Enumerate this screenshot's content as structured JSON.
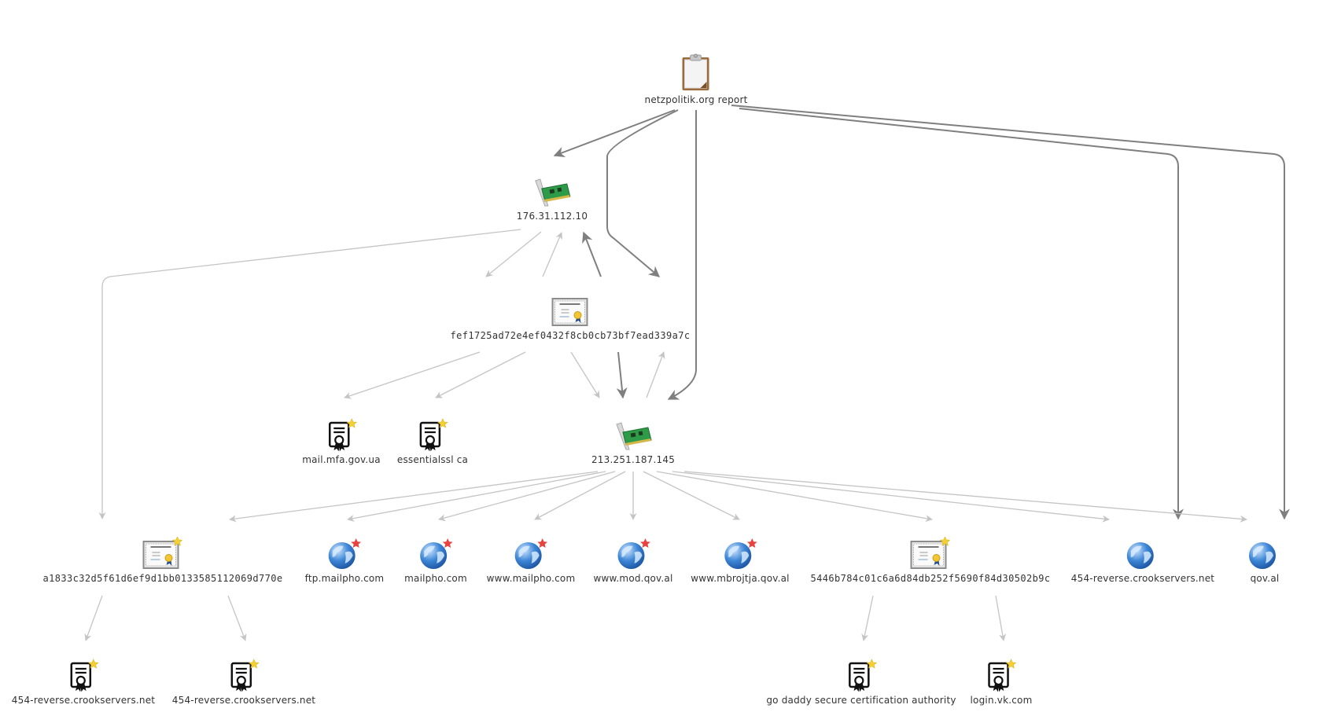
{
  "title": "netzpolitik.org report graph",
  "colors": {
    "edge_strong": "#7f7f7f",
    "edge_light": "#c4c4c4",
    "label": "#333333",
    "star_gold": "#f5d033",
    "star_red": "#e8423f",
    "globe_blue": "#2f6fc4",
    "nic_green": "#2e9b48"
  },
  "nodes": {
    "report": {
      "label": "netzpolitik.org report",
      "icon": "clipboard-icon"
    },
    "ip1": {
      "label": "176.31.112.10",
      "icon": "network-card-icon"
    },
    "cert1": {
      "label": "fef1725ad72e4ef0432f8cb0cb73bf7ead339a7c",
      "icon": "certificate-icon"
    },
    "mfa": {
      "label": "mail.mfa.gov.ua",
      "icon": "certificate-entity-icon",
      "badge": "gold-star"
    },
    "essl": {
      "label": "essentialssl ca",
      "icon": "certificate-entity-icon",
      "badge": "gold-star"
    },
    "ip2": {
      "label": "213.251.187.145",
      "icon": "network-card-icon"
    },
    "cert2": {
      "label": "a1833c32d5f61d6ef9d1bb0133585112069d770e",
      "icon": "certificate-icon",
      "badge": "gold-star"
    },
    "ftp": {
      "label": "ftp.mailpho.com",
      "icon": "globe-icon",
      "badge": "red-star"
    },
    "mailpho": {
      "label": "mailpho.com",
      "icon": "globe-icon",
      "badge": "red-star"
    },
    "wmailpho": {
      "label": "www.mailpho.com",
      "icon": "globe-icon",
      "badge": "red-star"
    },
    "wmod": {
      "label": "www.mod.qov.al",
      "icon": "globe-icon",
      "badge": "red-star"
    },
    "wmbr": {
      "label": "www.mbrojtja.qov.al",
      "icon": "globe-icon",
      "badge": "red-star"
    },
    "cert3": {
      "label": "5446b784c01c6a6d84db252f5690f84d30502b9c",
      "icon": "certificate-icon",
      "badge": "gold-star"
    },
    "crook": {
      "label": "454-reverse.crookservers.net",
      "icon": "globe-icon"
    },
    "qov": {
      "label": "qov.al",
      "icon": "globe-icon"
    },
    "crook2": {
      "label": "454-reverse.crookservers.net",
      "icon": "certificate-entity-icon",
      "badge": "gold-star"
    },
    "crook3": {
      "label": "454-reverse.crookservers.net",
      "icon": "certificate-entity-icon",
      "badge": "gold-star"
    },
    "godaddy": {
      "label": "go daddy secure certification authority",
      "icon": "certificate-entity-icon",
      "badge": "gold-star"
    },
    "vk": {
      "label": "login.vk.com",
      "icon": "certificate-entity-icon",
      "badge": "gold-star"
    }
  },
  "edges": [
    {
      "from": "report",
      "to": "ip1",
      "style": "strong"
    },
    {
      "from": "report",
      "to": "cert1",
      "style": "strong"
    },
    {
      "from": "report",
      "to": "ip2",
      "style": "strong"
    },
    {
      "from": "report",
      "to": "crook",
      "style": "strong"
    },
    {
      "from": "report",
      "to": "qov",
      "style": "strong"
    },
    {
      "from": "ip1",
      "to": "cert2",
      "style": "light"
    },
    {
      "from": "ip1",
      "to": "cert1",
      "style": "light"
    },
    {
      "from": "cert1",
      "to": "ip1",
      "style": "light"
    },
    {
      "from": "cert1",
      "to": "ip1",
      "style": "strong"
    },
    {
      "from": "cert1",
      "to": "mfa",
      "style": "light"
    },
    {
      "from": "cert1",
      "to": "essl",
      "style": "light"
    },
    {
      "from": "cert1",
      "to": "ip2",
      "style": "light"
    },
    {
      "from": "cert1",
      "to": "ip2",
      "style": "strong"
    },
    {
      "from": "ip2",
      "to": "cert1",
      "style": "light"
    },
    {
      "from": "ip2",
      "to": "cert2",
      "style": "light"
    },
    {
      "from": "ip2",
      "to": "ftp",
      "style": "light"
    },
    {
      "from": "ip2",
      "to": "mailpho",
      "style": "light"
    },
    {
      "from": "ip2",
      "to": "wmailpho",
      "style": "light"
    },
    {
      "from": "ip2",
      "to": "wmod",
      "style": "light"
    },
    {
      "from": "ip2",
      "to": "wmbr",
      "style": "light"
    },
    {
      "from": "ip2",
      "to": "cert3",
      "style": "light"
    },
    {
      "from": "ip2",
      "to": "crook",
      "style": "light"
    },
    {
      "from": "ip2",
      "to": "qov",
      "style": "light"
    },
    {
      "from": "cert2",
      "to": "crook2",
      "style": "light"
    },
    {
      "from": "cert2",
      "to": "crook3",
      "style": "light"
    },
    {
      "from": "cert3",
      "to": "godaddy",
      "style": "light"
    },
    {
      "from": "cert3",
      "to": "vk",
      "style": "light"
    }
  ]
}
